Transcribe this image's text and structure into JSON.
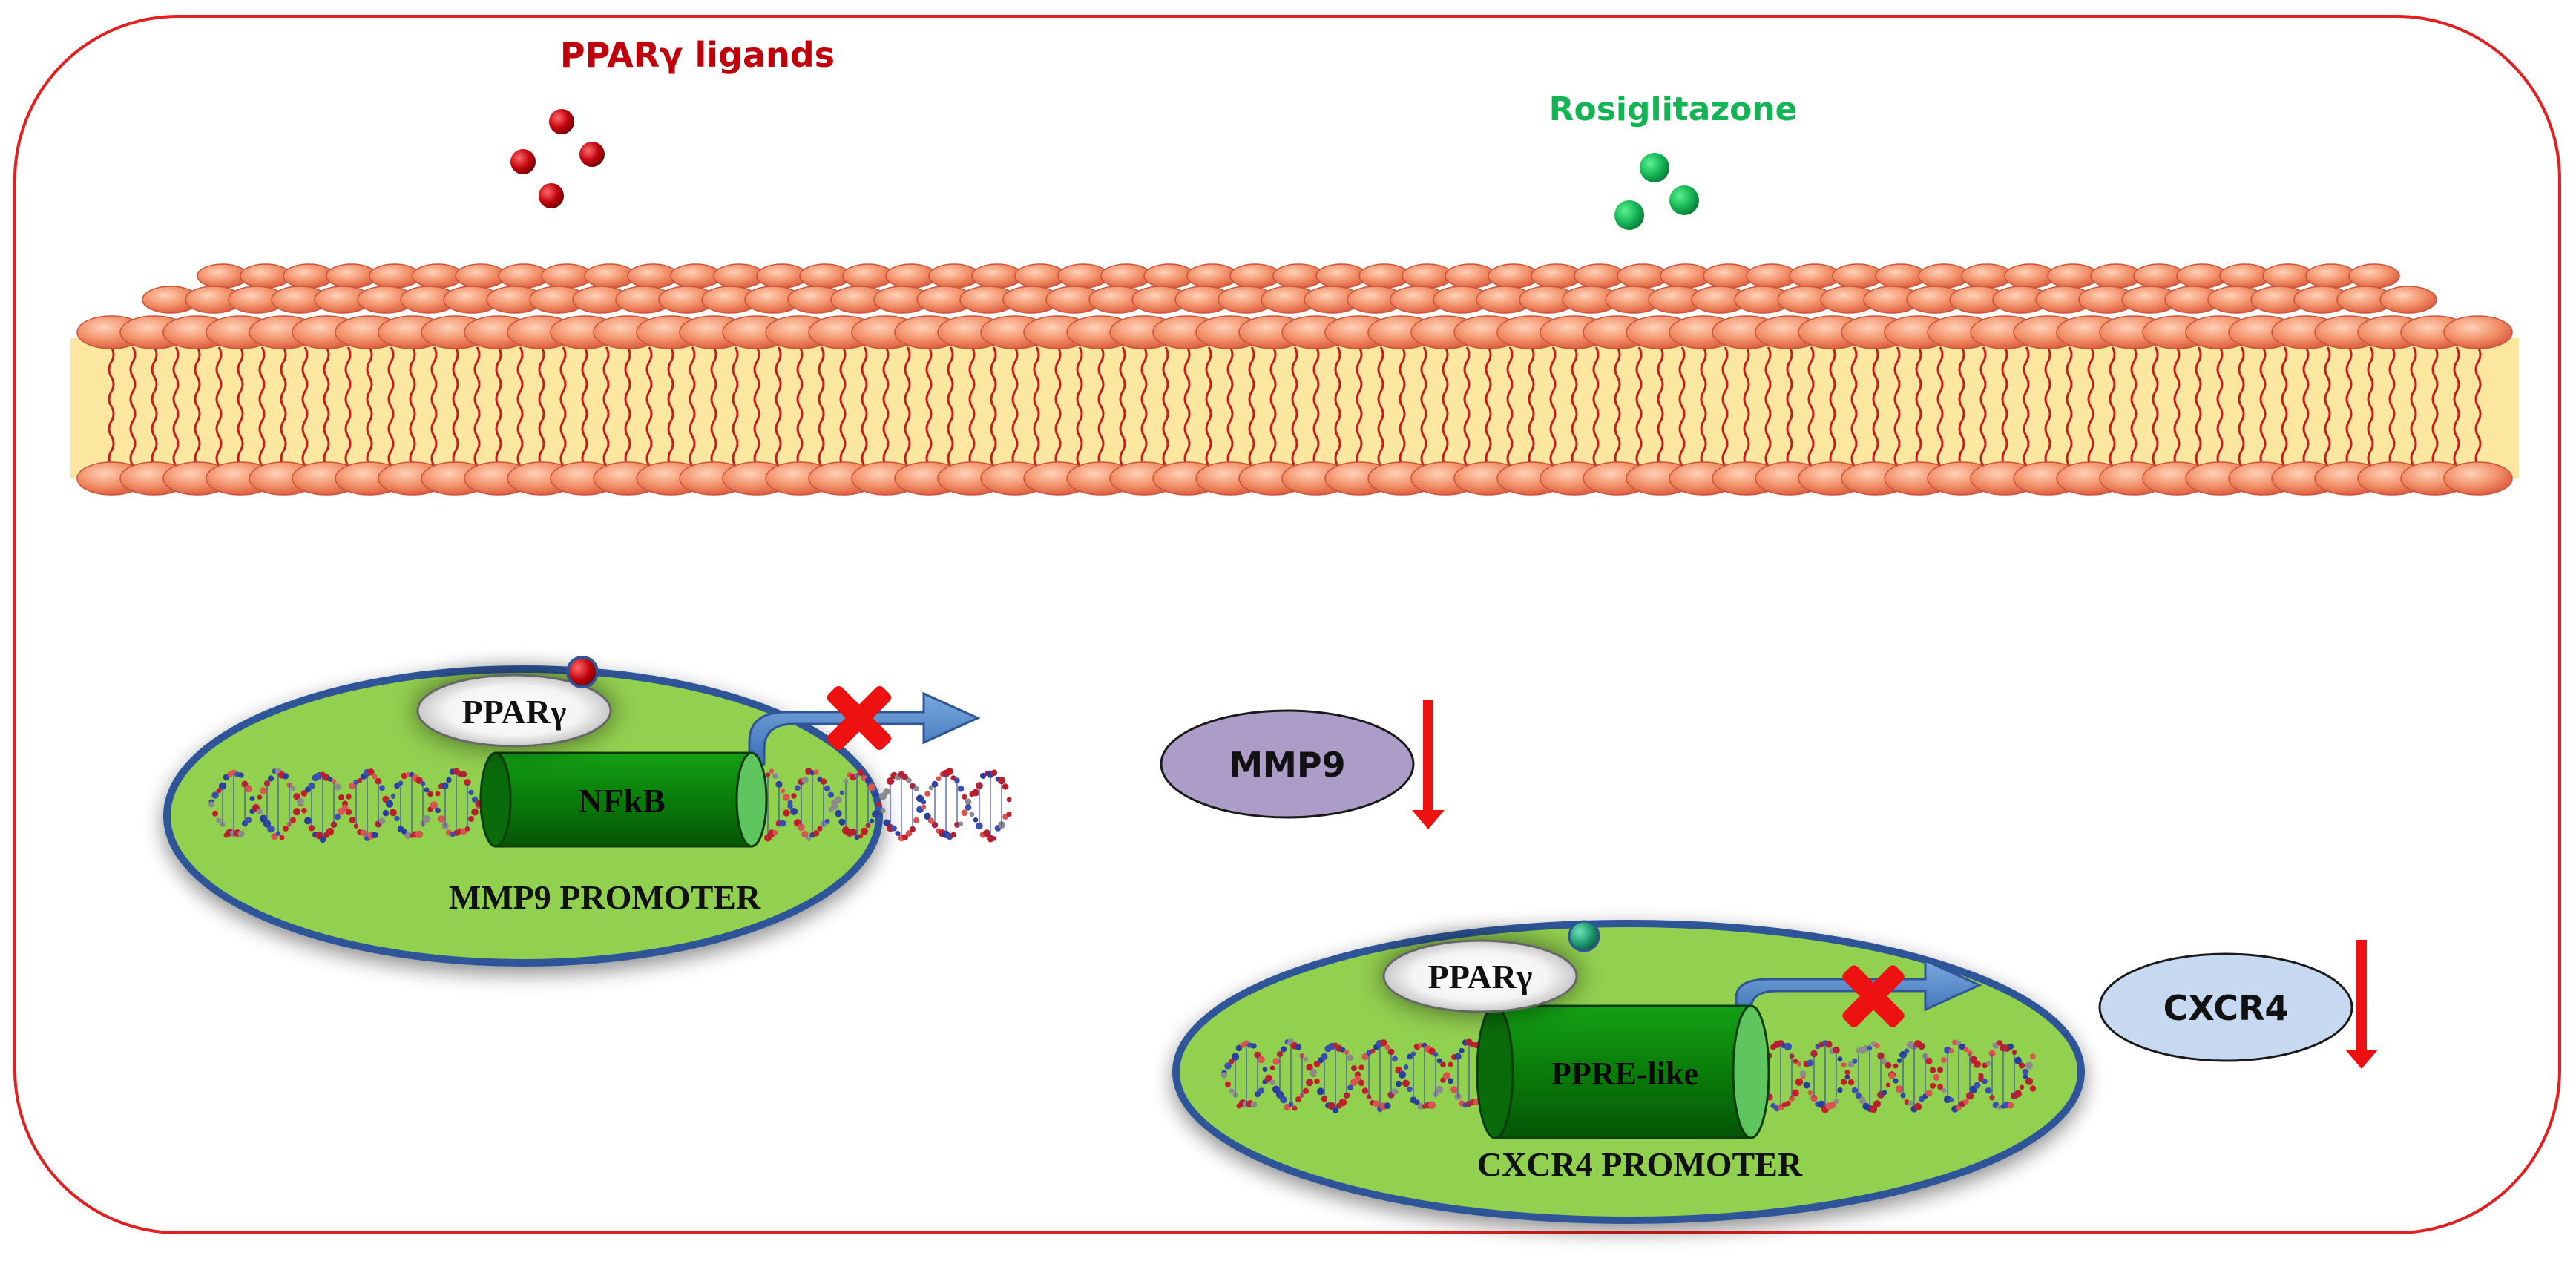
{
  "ligands": {
    "ppar_label": "PPARγ ligands",
    "ppar_color": "#c0000b",
    "rosi_label": "Rosiglitazone",
    "rosi_color": "#14b455"
  },
  "membrane": {
    "head_color": "#ef8c65",
    "tail_color": "#c81d1d",
    "core_color": "#fbe7a0"
  },
  "nucleus_mmp9": {
    "receptor_label": "PPARγ",
    "element_label": "NFkB",
    "promoter_label": "MMP9 PROMOTER",
    "ligand_color": "#c0000b"
  },
  "nucleus_cxcr4": {
    "receptor_label": "PPARγ",
    "element_label": "PPRE-like",
    "promoter_label": "CXCR4 PROMOTER",
    "ligand_color": "#1c9a6e"
  },
  "outputs": {
    "mmp9_label": "MMP9",
    "mmp9_color": "#ac9cc8",
    "cxcr4_label": "CXCR4",
    "cxcr4_color": "#c6d9f0",
    "arrow_color": "#ee1111"
  },
  "colors": {
    "frame": "#e41f1f",
    "nucleus_fill": "#92d050",
    "nucleus_border": "#2f5597",
    "cylinder": "#0a7d0a",
    "transcription_arrow": "#4a81c4",
    "block_x": "#ee1111"
  }
}
